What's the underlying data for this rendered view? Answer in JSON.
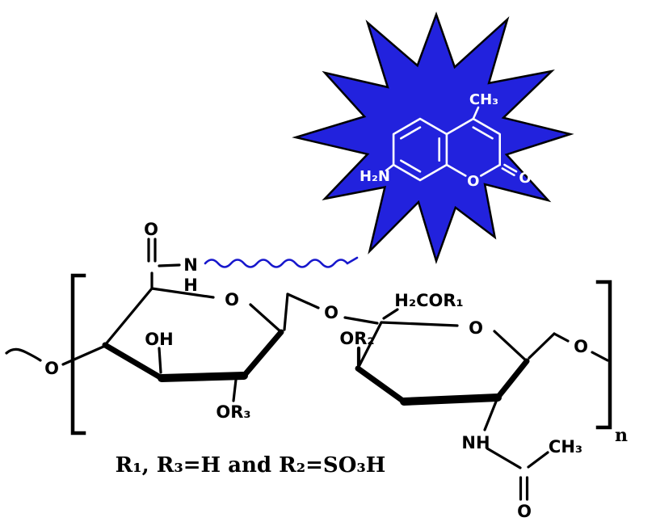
{
  "figure": {
    "colors": {
      "star_fill": "#2222dd",
      "linker_blue": "#1717cc",
      "structure_black": "#000000",
      "fluorophore_line": "#ffffff"
    },
    "fluorophore": {
      "methyl": "CH₃",
      "amine": "H₂N",
      "ring_oxygen": "O",
      "carbonyl_oxygen": "O"
    },
    "amide": {
      "oxygen": "O",
      "nitrogen": "N",
      "hydrogen": "H"
    },
    "ring1": {
      "ring_oxygen": "O",
      "hydroxyl": "OH",
      "or3": "OR₃"
    },
    "linkage": {
      "oxygen": "O"
    },
    "ring2": {
      "ring_oxygen": "O",
      "ch2or1": "H₂COR₁",
      "or2": "OR₂",
      "nh": "NH",
      "acetyl_methyl": "CH₃",
      "acetyl_oxygen": "O"
    },
    "terminals": {
      "left_oxygen": "O",
      "right_oxygen": "O"
    },
    "repeat_subscript": "n",
    "legend": "R₁, R₃=H and R₂=SO₃H"
  }
}
